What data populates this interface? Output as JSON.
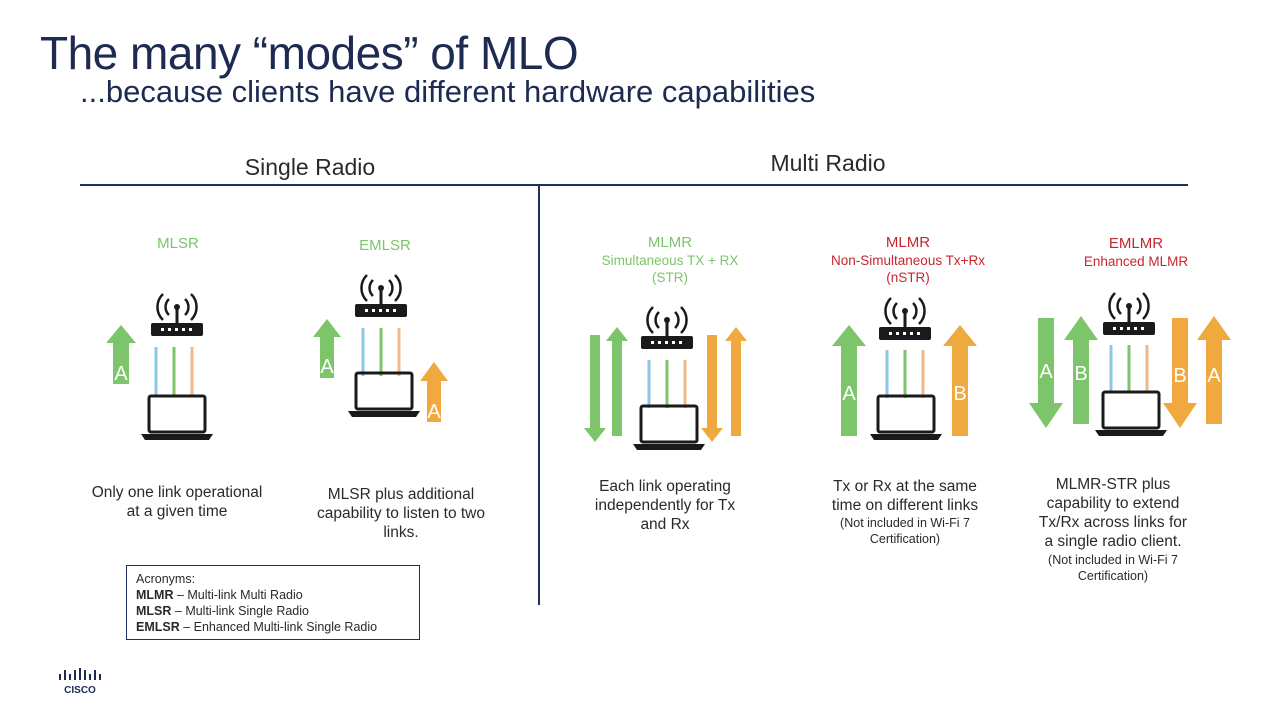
{
  "header": {
    "title": "The many “modes” of MLO",
    "subtitle": "...because clients have different hardware capabilities"
  },
  "sections": {
    "single_radio": "Single Radio",
    "multi_radio": "Multi Radio"
  },
  "modes": [
    {
      "name": "MLSR",
      "sub1": "",
      "sub2": "",
      "arrow_label": "A",
      "desc1": "Only one link operational",
      "desc2": "at a given time",
      "desc3": "",
      "desc4": "",
      "note1": "",
      "note2": ""
    },
    {
      "name": "EMLSR",
      "sub1": "",
      "sub2": "",
      "arrow_label": "A",
      "desc1": "MLSR plus additional",
      "desc2": "capability to listen to two",
      "desc3": "links.",
      "desc4": "",
      "note1": "",
      "note2": ""
    },
    {
      "name": "MLMR",
      "sub1": "Simultaneous TX + RX",
      "sub2": "(STR)",
      "arrow_label": "",
      "desc1": "Each link operating",
      "desc2": "independently for Tx",
      "desc3": "and Rx",
      "desc4": "",
      "note1": "",
      "note2": ""
    },
    {
      "name": "MLMR",
      "sub1": "Non-Simultaneous Tx+Rx",
      "sub2": "(nSTR)",
      "arrow_label": "A",
      "desc1": "Tx or Rx at the same",
      "desc2": "time on different links",
      "desc3": "",
      "desc4": "",
      "note1": "(Not included in Wi-Fi 7",
      "note2": "Certification)"
    },
    {
      "name": "EMLMR",
      "sub1": "Enhanced MLMR",
      "sub2": "",
      "arrow_label": "A",
      "desc1": "MLMR-STR plus",
      "desc2": "capability to extend",
      "desc3": "Tx/Rx across links for",
      "desc4": "a single radio client.",
      "note1": "(Not included in Wi-Fi 7",
      "note2": "Certification)"
    }
  ],
  "arrow_labels": {
    "a": "A",
    "b": "B"
  },
  "acronyms": {
    "heading": "Acronyms:",
    "items": [
      {
        "term": "MLMR",
        "def": " – Multi-link Multi Radio"
      },
      {
        "term": "MLSR",
        "def": " – Multi-link Single Radio"
      },
      {
        "term": "EMLSR",
        "def": " – Enhanced Multi-link Single Radio"
      }
    ]
  },
  "logo": {
    "text": "CISCO"
  },
  "colors": {
    "navy": "#1d2a52",
    "green": "#7cc56a",
    "orange": "#f0a93e",
    "blue_link": "#8ec7e6",
    "red": "#c8262d"
  }
}
